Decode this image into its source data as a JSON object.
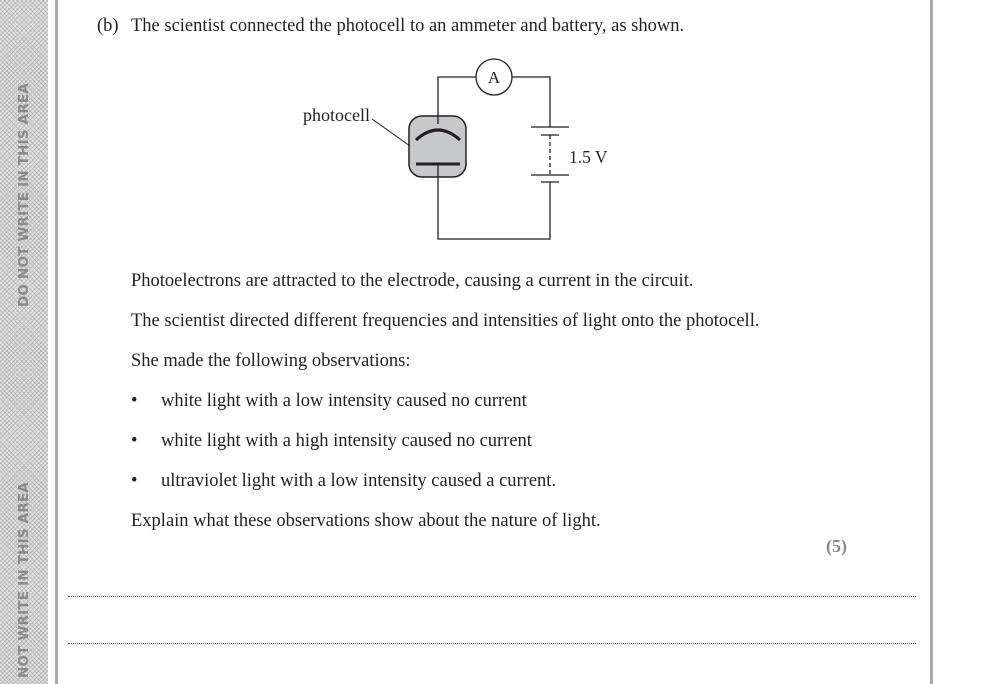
{
  "margin": {
    "warning_top": "DO NOT WRITE IN THIS AREA",
    "warning_bottom": "DO NOT WRITE IN THIS AREA"
  },
  "question": {
    "part": "(b)",
    "intro": "The scientist connected the photocell to an ammeter and battery, as shown.",
    "diagram": {
      "photocell_label": "photocell",
      "ammeter_label": "A",
      "battery_label": "1.5 V"
    },
    "para1": "Photoelectrons are attracted to the electrode, causing a current in the circuit.",
    "para2": "The scientist directed different frequencies and intensities of light onto the photocell.",
    "para3": "She made the following observations:",
    "bullet": "•",
    "observations": [
      "white light with a low intensity caused no current",
      "white light with a high intensity caused no current",
      "ultraviolet light with a low intensity caused a current."
    ],
    "prompt": "Explain what these observations show about the nature of light.",
    "marks": "(5)"
  }
}
